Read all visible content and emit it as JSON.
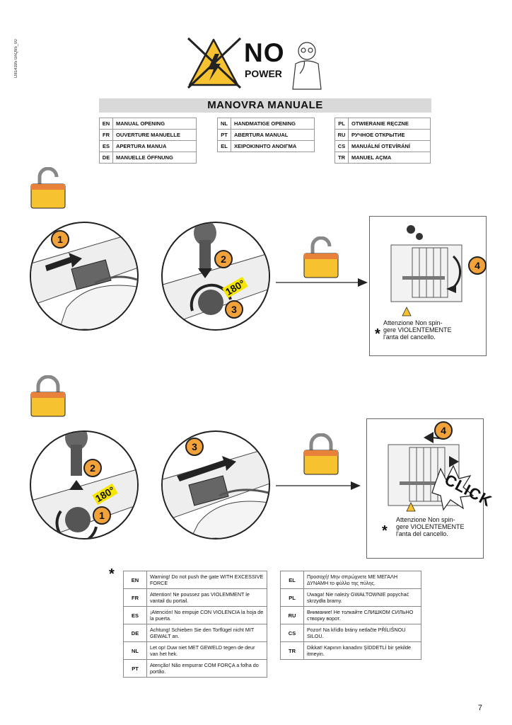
{
  "doc_code": "D814395 0AQ95_00",
  "header": {
    "no": "NO",
    "power": "POWER"
  },
  "banner": "MANOVRA MANUALE",
  "lang_cols": [
    [
      {
        "code": "EN",
        "label": "MANUAL OPENING"
      },
      {
        "code": "FR",
        "label": "OUVERTURE MANUELLE"
      },
      {
        "code": "ES",
        "label": "APERTURA MANUA"
      },
      {
        "code": "DE",
        "label": "MANUELLE ÖFFNUNG"
      }
    ],
    [
      {
        "code": "NL",
        "label": "HANDMATIGE OPENING"
      },
      {
        "code": "PT",
        "label": "ABERTURA MANUAL"
      },
      {
        "code": "EL",
        "label": "ΧΕΙΡΟΚΙΝΗΤΟ ΑΝΟΙΓΜΑ"
      }
    ],
    [
      {
        "code": "PL",
        "label": "OTWIERANIE RĘCZNE"
      },
      {
        "code": "RU",
        "label": "РУЧНОЕ ОТКРЫТИЕ"
      },
      {
        "code": "CS",
        "label": "MANUÁLNÍ OTEVÍRÁNÍ"
      },
      {
        "code": "TR",
        "label": "MANUEL AÇMA"
      }
    ]
  ],
  "steps": {
    "s1": "1",
    "s2": "2",
    "s3": "3",
    "s4": "4",
    "deg": "180°",
    "click": "CLICK"
  },
  "note_it": "Attenzione Non spin-\ngere VIOLENTEMENTE\nl'anta del cancello.",
  "star": "*",
  "warn_left": [
    {
      "code": "EN",
      "text": "Warning! Do not push the gate WITH EXCESSIVE FORCE"
    },
    {
      "code": "FR",
      "text": "Attention! Ne poussez pas VIOLEMMENT le vantail du portail."
    },
    {
      "code": "ES",
      "text": "¡Atención! No empuje CON VIOLENCIA la hoja de la puerta."
    },
    {
      "code": "DE",
      "text": "Achtung! Schieben Sie den Torflügel nicht MIT GEWALT an."
    },
    {
      "code": "NL",
      "text": "Let op! Duw niet MET GEWELD tegen de deur van het hek."
    },
    {
      "code": "PT",
      "text": "Atenção! Não empurrar COM FORÇA a folha do portão."
    }
  ],
  "warn_right": [
    {
      "code": "EL",
      "text": "Προσοχή! Μην σπρώχνετε ΜΕ ΜΕΓΑΛΗ ΔΥΝΑΜΗ το φύλλο της πύλης."
    },
    {
      "code": "PL",
      "text": "Uwaga! Nie należy GWAŁTOWNIE popychać skrzydła bramy."
    },
    {
      "code": "RU",
      "text": "Внимание! Не толкайте СЛИШКОМ СИЛЬНО створку ворот."
    },
    {
      "code": "CS",
      "text": "Pozor! Na křídlo brány netlačte PŘÍLIŠNOU SILOU."
    },
    {
      "code": "TR",
      "text": "Dikkat! Kapının kanadını ŞİDDETLİ bir şekilde itmeyin."
    }
  ],
  "page_number": "7"
}
